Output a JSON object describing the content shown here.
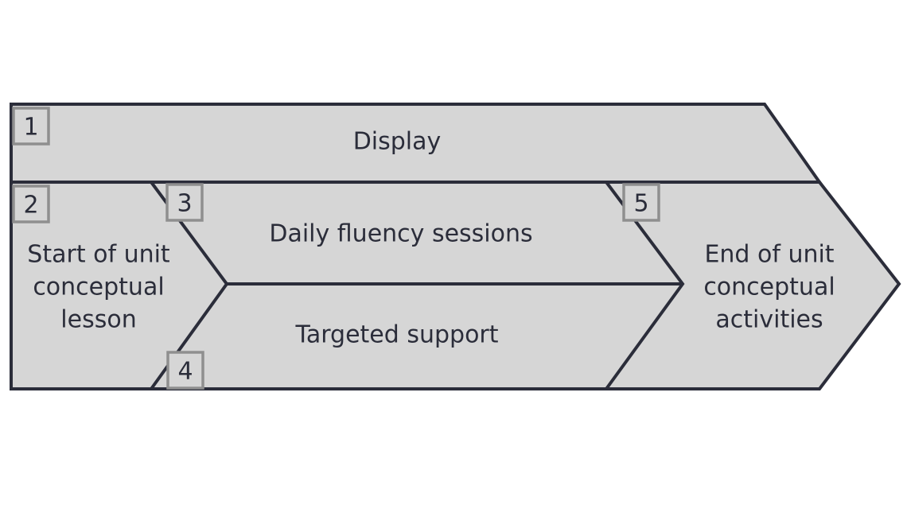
{
  "diagram": {
    "type": "process-arrow-flow",
    "title": "",
    "colors": {
      "fill": "#d6d6d6",
      "stroke": "#2b2d3a",
      "badge_border": "#8f8f8f",
      "text": "#2b2d3a",
      "background": "#ffffff"
    },
    "bands": {
      "top": {
        "badge": "1",
        "label": "Display"
      },
      "bottom": {
        "start": {
          "badge": "2",
          "label_lines": [
            "Start of unit",
            "conceptual",
            "lesson"
          ],
          "label": "Start of unit conceptual lesson"
        },
        "middle_upper": {
          "badge": "3",
          "label": "Daily fluency sessions"
        },
        "middle_lower": {
          "badge": "4",
          "label": "Targeted support"
        },
        "end": {
          "badge": "5",
          "label_lines": [
            "End of unit",
            "conceptual",
            "activities"
          ],
          "label": "End of unit conceptual activities"
        }
      }
    },
    "badges": [
      "1",
      "2",
      "3",
      "4",
      "5"
    ]
  }
}
